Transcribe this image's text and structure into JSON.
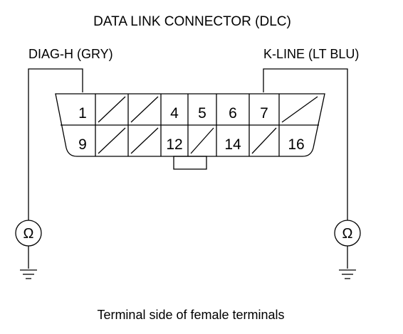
{
  "title": "DATA LINK CONNECTOR (DLC)",
  "left_label": "DIAG-H (GRY)",
  "right_label": "K-LINE (LT BLU)",
  "caption": "Terminal side of female terminals",
  "meter_symbol": "Ω",
  "connector": {
    "top_row": [
      "1",
      "",
      "",
      "4",
      "5",
      "6",
      "7",
      ""
    ],
    "bottom_row": [
      "9",
      "",
      "",
      "12",
      "",
      "14",
      "",
      "16"
    ]
  },
  "colors": {
    "line": "#000000",
    "background": "#ffffff"
  }
}
